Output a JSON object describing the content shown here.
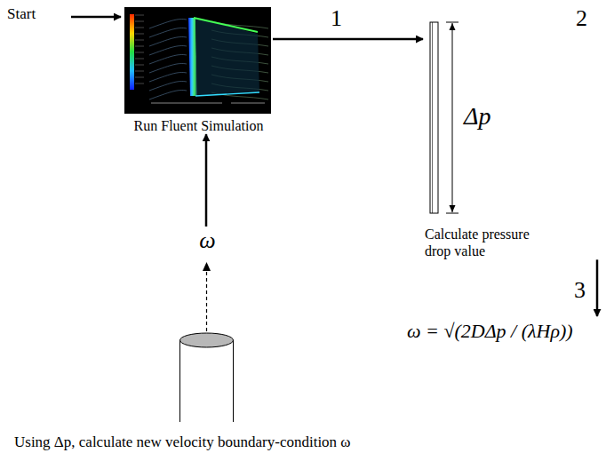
{
  "diagram": {
    "nodes": [
      {
        "text": [
          "Run Fluent Simulation"
        ]
      },
      {
        "text": [
          "Δp",
          "Calculate pressure drop value"
        ]
      },
      {
        "text": [
          "ω = √(2DΔp / (λHρ))"
        ]
      },
      {
        "text": [
          "ω"
        ]
      }
    ],
    "edges": [
      {
        "from": 0,
        "to": 1,
        "arrow": "to"
      },
      {
        "from": 1,
        "to": 2,
        "arrow": "to"
      },
      {
        "from": 3,
        "to": 0,
        "arrow": "to"
      }
    ],
    "labels": [
      "Start",
      "1",
      "2",
      "3",
      "Using Δp, calculate new velocity boundary-condition ω"
    ]
  }
}
